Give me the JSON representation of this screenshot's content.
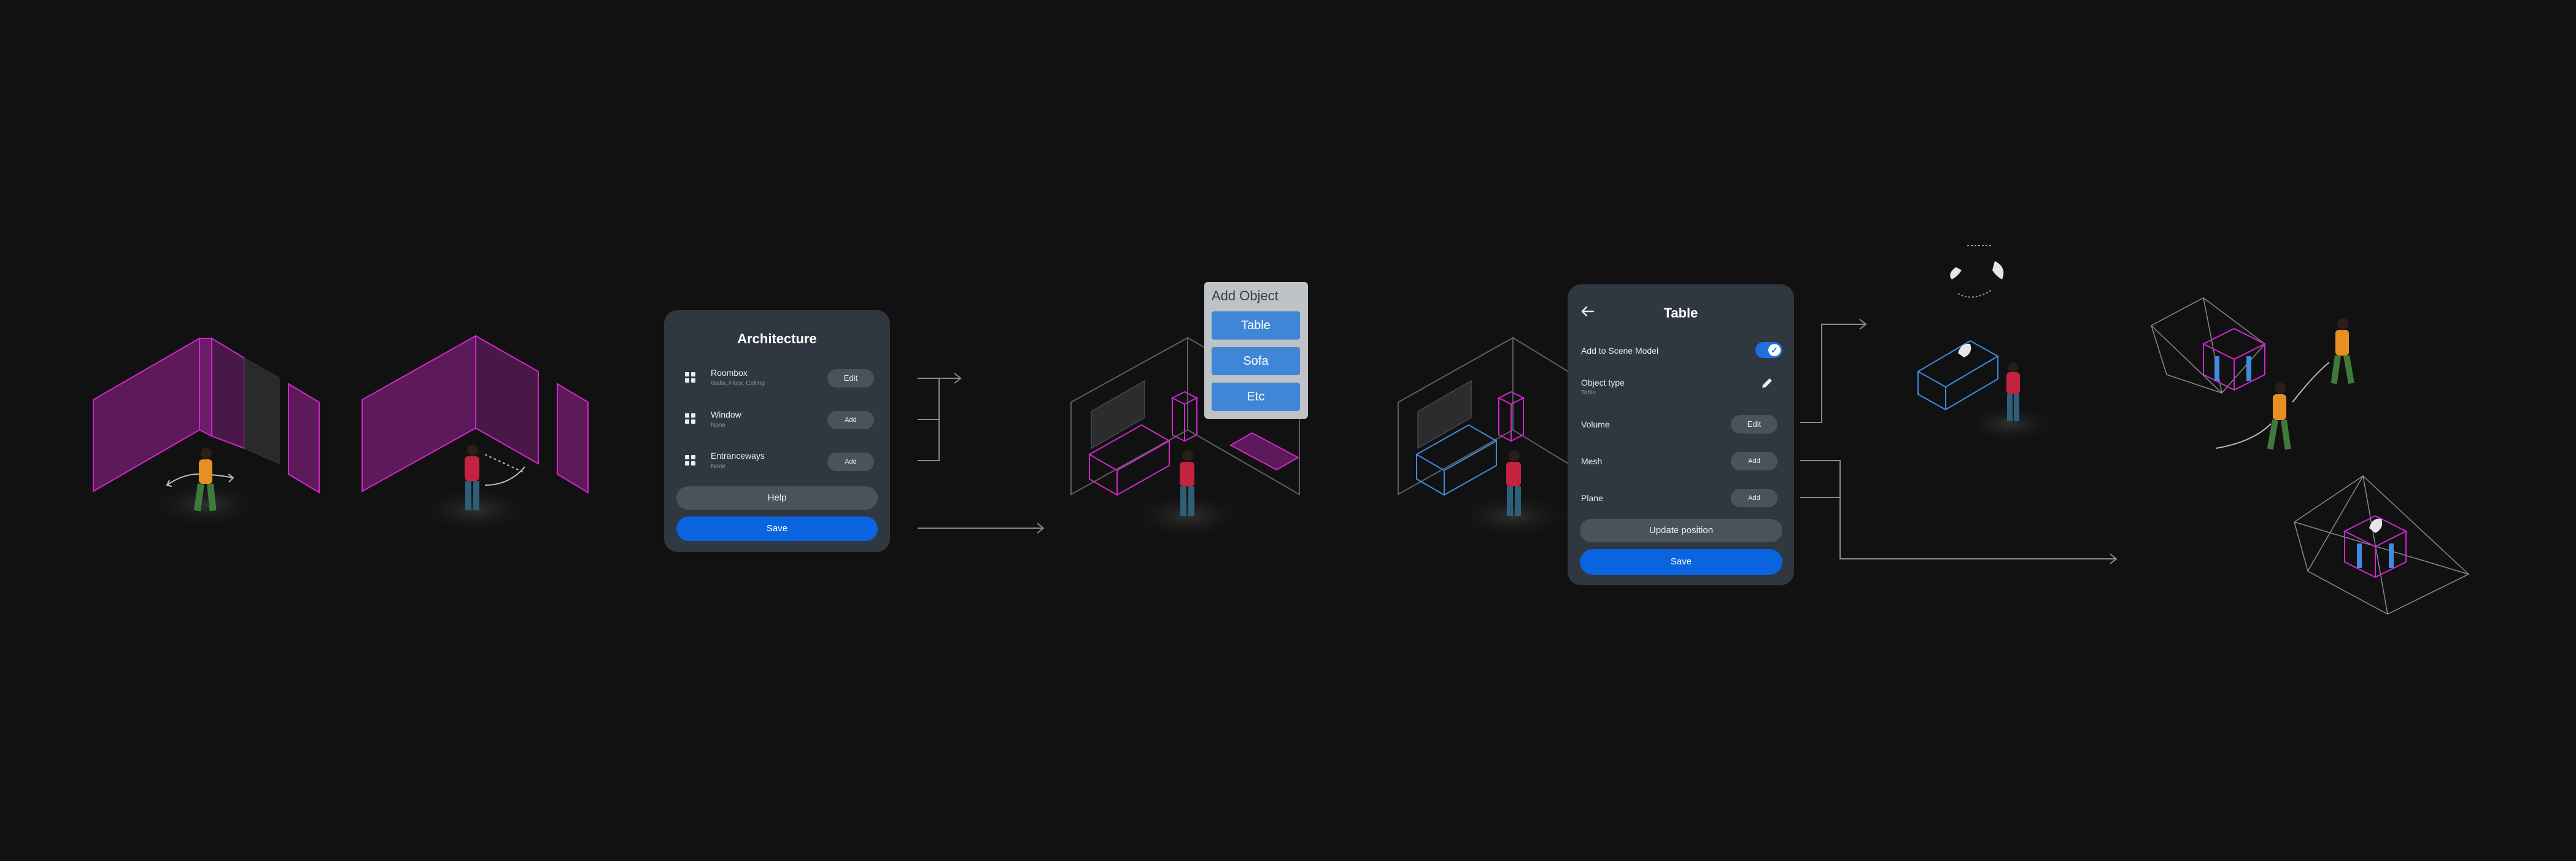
{
  "architecture_panel": {
    "title": "Architecture",
    "rows": [
      {
        "title": "Roombox",
        "subtitle": "Walls, Floor, Ceiling",
        "action": "Edit"
      },
      {
        "title": "Window",
        "subtitle": "None",
        "action": "Add"
      },
      {
        "title": "Entranceways",
        "subtitle": "None",
        "action": "Add"
      }
    ],
    "help_label": "Help",
    "save_label": "Save"
  },
  "add_object_popup": {
    "title": "Add Object",
    "options": [
      "Table",
      "Sofa",
      "Etc"
    ]
  },
  "table_panel": {
    "title": "Table",
    "back_icon": "arrow-left-icon",
    "add_to_scene_label": "Add to Scene Model",
    "add_to_scene_enabled": true,
    "object_type_label": "Object type",
    "object_type_value": "Table",
    "rows": [
      {
        "label": "Volume",
        "action": "Edit"
      },
      {
        "label": "Mesh",
        "action": "Add"
      },
      {
        "label": "Plane",
        "action": "Add"
      }
    ],
    "update_label": "Update position",
    "save_label": "Save"
  },
  "colors": {
    "background": "#121111",
    "wall_magenta": "#c21ebf",
    "object_blue": "#3d8ce0",
    "line_grey": "#6f6f72",
    "primary_button": "#0a63df"
  }
}
